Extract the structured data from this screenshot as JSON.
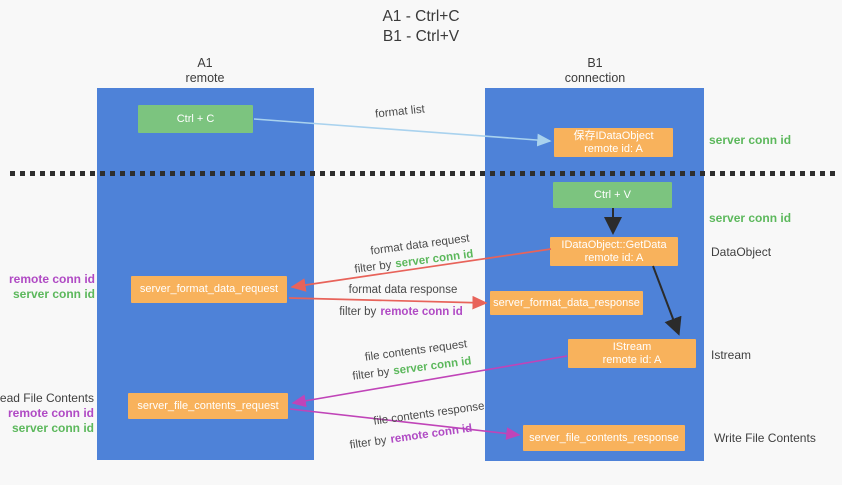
{
  "title": {
    "line1": "A1 - Ctrl+C",
    "line2": "B1 - Ctrl+V"
  },
  "lanes": {
    "left": {
      "name": "A1",
      "subtitle": "remote"
    },
    "right": {
      "name": "B1",
      "subtitle": "connection"
    }
  },
  "nodes": {
    "ctrl_c": {
      "label": "Ctrl + C"
    },
    "ctrl_v": {
      "label": "Ctrl + V"
    },
    "save_idataobject": {
      "line1": "保存IDataObject",
      "line2": "remote id: A"
    },
    "idataobject_getdata": {
      "line1": "IDataObject::GetData",
      "line2": "remote id: A"
    },
    "istream": {
      "line1": "IStream",
      "line2": "remote id: A"
    },
    "server_format_data_request": {
      "label": "server_format_data_request"
    },
    "server_format_data_response": {
      "label": "server_format_data_response"
    },
    "server_file_contents_request": {
      "label": "server_file_contents_request"
    },
    "server_file_contents_response": {
      "label": "server_file_contents_response"
    }
  },
  "arrows": {
    "format_list": {
      "label": "format list"
    },
    "format_data_request": {
      "label": "format data request",
      "filter_prefix": "filter by",
      "filter_key": "server conn id"
    },
    "format_data_response": {
      "label": "format data response",
      "filter_prefix": "filter by",
      "filter_key": "remote conn id"
    },
    "file_contents_request": {
      "label": "file contents request",
      "filter_prefix": "filter by",
      "filter_key": "server conn id"
    },
    "file_contents_response": {
      "label": "file contents response",
      "filter_prefix": "filter by",
      "filter_key": "remote conn id"
    }
  },
  "side_labels": {
    "left_format": {
      "remote": "remote conn id",
      "server": "server conn id"
    },
    "left_file": {
      "title": "Read File Contents",
      "remote": "remote conn id",
      "server": "server conn id"
    },
    "right_save": "server conn id",
    "right_paste": "server conn id",
    "right_dataobject": "DataObject",
    "right_istream": "Istream",
    "right_write": "Write File Contents"
  },
  "colors": {
    "lane_blue": "#4e82d8",
    "node_orange": "#f8b25c",
    "node_green": "#7cc47f",
    "green_text": "#5cb85c",
    "purple_text": "#b04ac4",
    "arrow_blue": "#a9d2ee",
    "arrow_red": "#e8635a",
    "arrow_magenta": "#c044b8",
    "arrow_black": "#2b2b2b",
    "background": "#f8f8f8"
  }
}
